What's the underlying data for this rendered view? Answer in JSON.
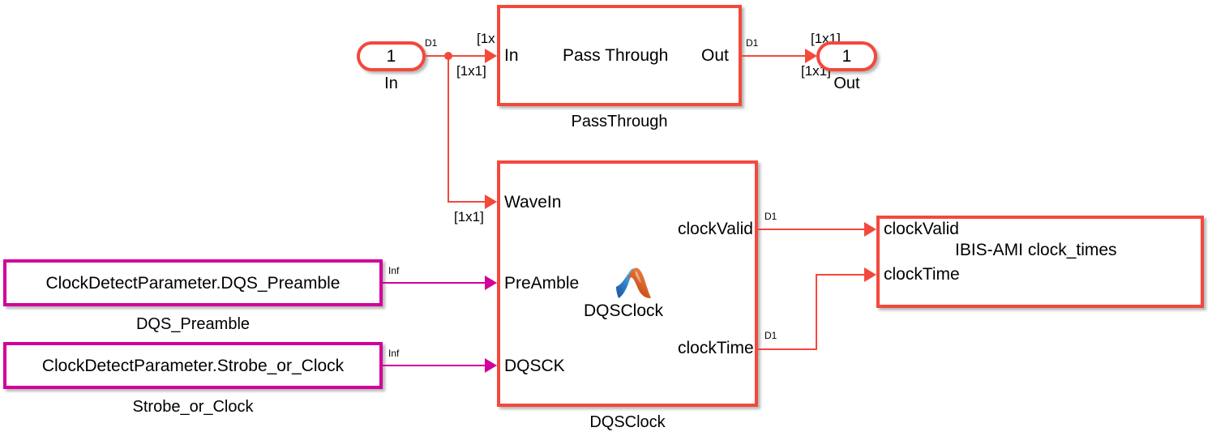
{
  "diagram": {
    "title": "DQSClock IBIS-AMI Simulink subsystem",
    "colors": {
      "signal_red": "#f4483c",
      "signal_magenta": "#d2009a",
      "block_fill": "#ffffff",
      "text": "#000000"
    }
  },
  "ports": {
    "inport": {
      "number": "1",
      "caption": "In"
    },
    "outport": {
      "number": "1",
      "caption": "Out"
    }
  },
  "blocks": {
    "pass_through": {
      "caption": "PassThrough",
      "title": "Pass Through",
      "in_port": "In",
      "out_port": "Out"
    },
    "dqs_clock": {
      "caption": "DQSClock",
      "title": "DQSClock",
      "icon": "matlab-membrane-icon",
      "inputs": [
        "WaveIn",
        "PreAmble",
        "DQSCK"
      ],
      "outputs": [
        "clockValid",
        "clockTime"
      ]
    },
    "ibis_ami": {
      "title": "IBIS-AMI clock_times",
      "inputs": [
        "clockValid",
        "clockTime"
      ]
    },
    "dqs_preamble": {
      "value": "ClockDetectParameter.DQS_Preamble",
      "caption": "DQS_Preamble",
      "signal_label": "Inf"
    },
    "strobe_or_clock": {
      "value": "ClockDetectParameter.Strobe_or_Clock",
      "caption": "Strobe_or_Clock",
      "signal_label": "Inf"
    }
  },
  "signal_labels": {
    "inport_d1": "D1",
    "passthrough_in_top": "[1x",
    "passthrough_in_bottom": "[1x1]",
    "passthrough_out_d1": "D1",
    "outport_top": "[1x1]",
    "outport_bottom": "[1x1]",
    "wavein_dim": "[1x1]",
    "clockvalid_d1": "D1",
    "clocktime_d1": "D1"
  }
}
